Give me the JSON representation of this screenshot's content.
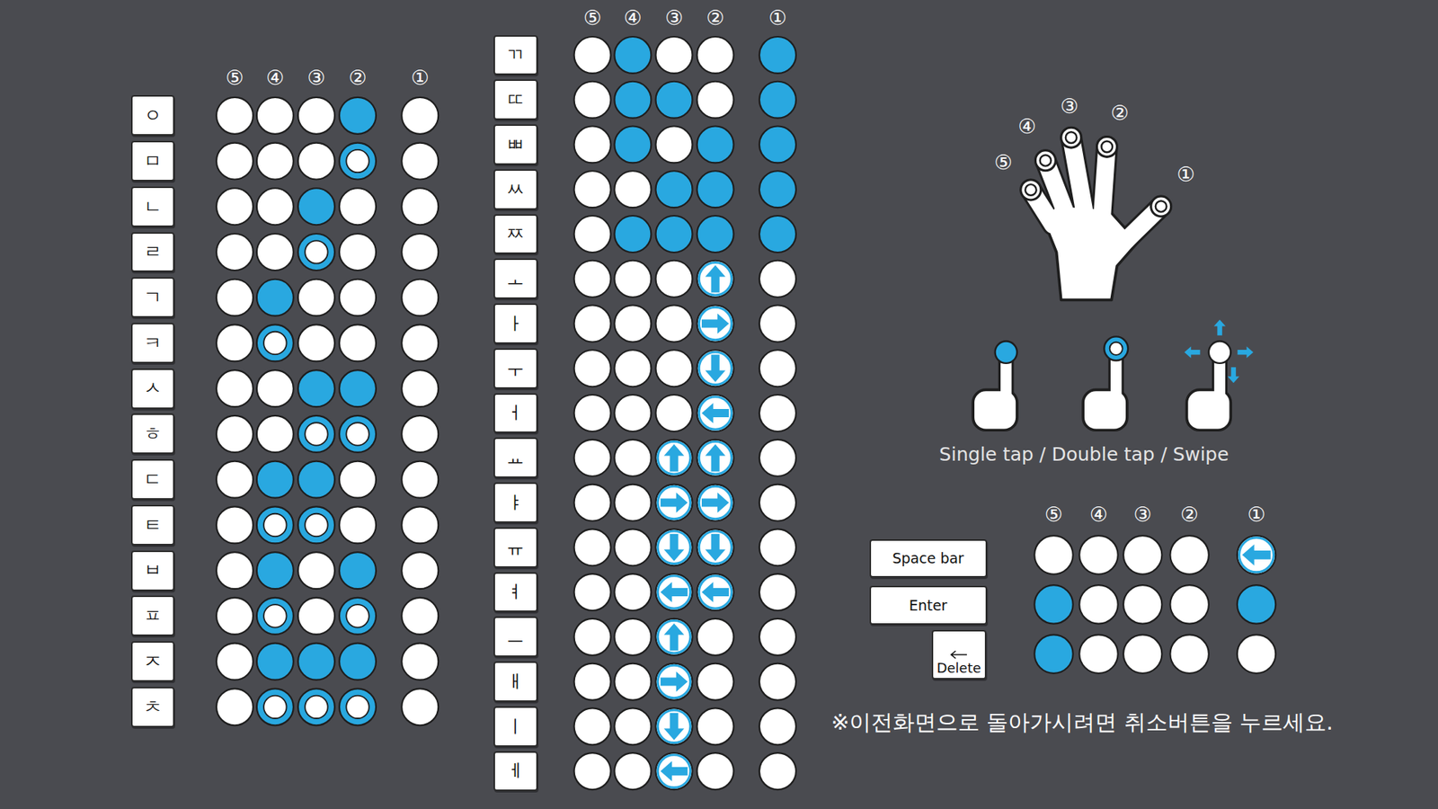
{
  "diagram": {
    "nodes": [
      {
        "text": [
          "ㅇ"
        ]
      },
      {
        "text": [
          "ㅁ"
        ]
      },
      {
        "text": [
          "ㄴ"
        ]
      },
      {
        "text": [
          "ㄹ"
        ]
      },
      {
        "text": [
          "ㄱ"
        ]
      },
      {
        "text": [
          "ㅋ"
        ]
      },
      {
        "text": [
          "ㅅ"
        ]
      },
      {
        "text": [
          "ㅎ"
        ]
      },
      {
        "text": [
          "ㄷ"
        ]
      },
      {
        "text": [
          "ㅌ"
        ]
      },
      {
        "text": [
          "ㅂ"
        ]
      },
      {
        "text": [
          "ㅍ"
        ]
      },
      {
        "text": [
          "ㅈ"
        ]
      },
      {
        "text": [
          "ㅊ"
        ]
      },
      {
        "text": [
          "ㄲ"
        ]
      },
      {
        "text": [
          "ㄸ"
        ]
      },
      {
        "text": [
          "ㅃ"
        ]
      },
      {
        "text": [
          "ㅆ"
        ]
      },
      {
        "text": [
          "ㅉ"
        ]
      },
      {
        "text": [
          "ㅗ"
        ]
      },
      {
        "text": [
          "ㅏ"
        ]
      },
      {
        "text": [
          "ㅜ"
        ]
      },
      {
        "text": [
          "ㅓ"
        ]
      },
      {
        "text": [
          "ㅛ"
        ]
      },
      {
        "text": [
          "ㅑ"
        ]
      },
      {
        "text": [
          "ㅠ"
        ]
      },
      {
        "text": [
          "ㅕ"
        ]
      },
      {
        "text": [
          "ㅡ"
        ]
      },
      {
        "text": [
          "ㅐ"
        ]
      },
      {
        "text": [
          "ㅣ"
        ]
      },
      {
        "text": [
          "ㅔ"
        ]
      },
      {
        "text": [
          "Space bar"
        ]
      },
      {
        "text": [
          "Enter"
        ]
      },
      {
        "text": [
          "Delete"
        ]
      }
    ],
    "labels": [
      "⑤",
      "④",
      "③",
      "②",
      "①",
      "⑤",
      "④",
      "③",
      "②",
      "①",
      "③",
      "②",
      "④",
      "⑤",
      "①",
      "Single tap / Double tap / Swipe",
      "⑤",
      "④",
      "③",
      "②",
      "①",
      "※이전화면으로 돌아가시려면 취소버튼을 누르세요."
    ]
  }
}
